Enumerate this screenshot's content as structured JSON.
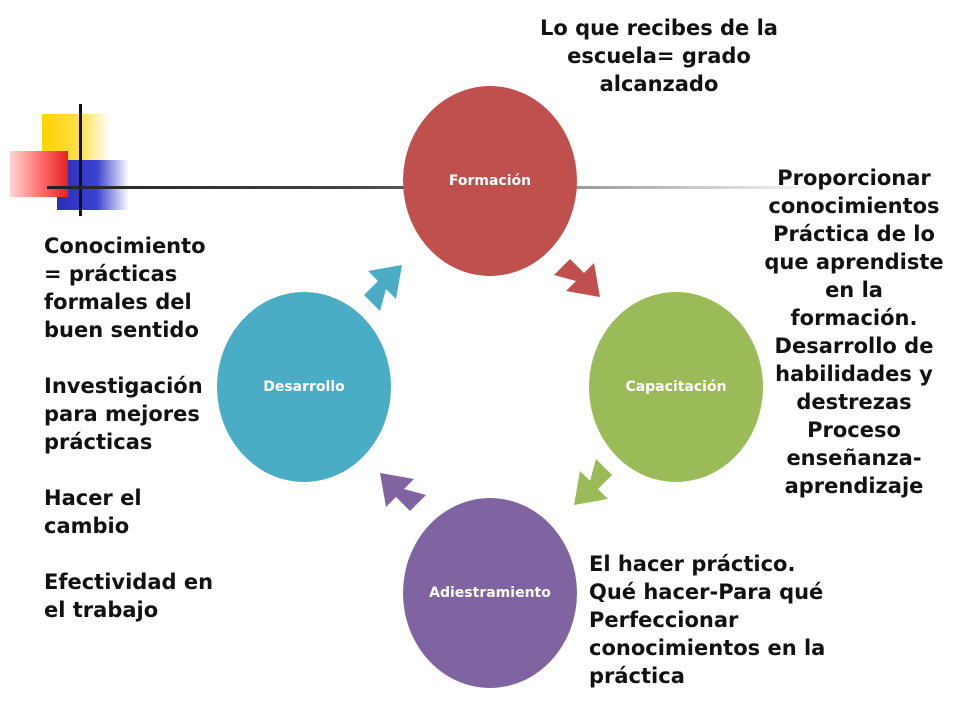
{
  "nodes": {
    "formacion": "Formación",
    "capacitacion": "Capacitación",
    "adiestramiento": "Adiestramiento",
    "desarrollo": "Desarrollo"
  },
  "colors": {
    "formacion": "#c0504d",
    "capacitacion": "#9bbb59",
    "adiestramiento": "#8064a2",
    "desarrollo": "#4bacc6"
  },
  "annotations": {
    "top": "Lo que recibes de la escuela= grado alcanzado",
    "right": [
      "Proporcionar conocimientos",
      "Práctica de lo que aprendiste en la formación.",
      "Desarrollo de habilidades y destrezas",
      "Proceso enseñanza-aprendizaje"
    ],
    "left": [
      "Conocimiento = prácticas formales del buen sentido",
      "Investigación para mejores prácticas",
      "Hacer el cambio",
      "Efectividad en el trabajo"
    ],
    "bottom": [
      "El hacer práctico.",
      "Qué hacer-Para qué",
      "Perfeccionar conocimientos en la práctica"
    ]
  }
}
